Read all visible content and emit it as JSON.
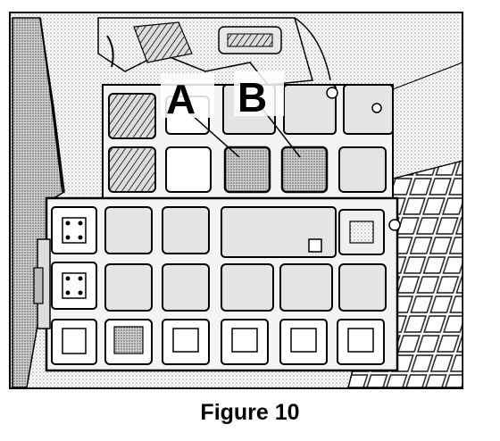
{
  "diagram": {
    "callouts": [
      {
        "id": "A",
        "label": "A"
      },
      {
        "id": "B",
        "label": "B"
      }
    ],
    "caption": "Figure 10"
  },
  "colors": {
    "ink": "#000000",
    "relay_fill": "#dcdcdc",
    "relay_dark": "#6a6a6a",
    "panel": "#f4f4f4",
    "paper": "#ffffff",
    "stipple": "#9a9a9a"
  },
  "icons": [
    "relay-icon",
    "fuse-icon",
    "connector-icon"
  ]
}
